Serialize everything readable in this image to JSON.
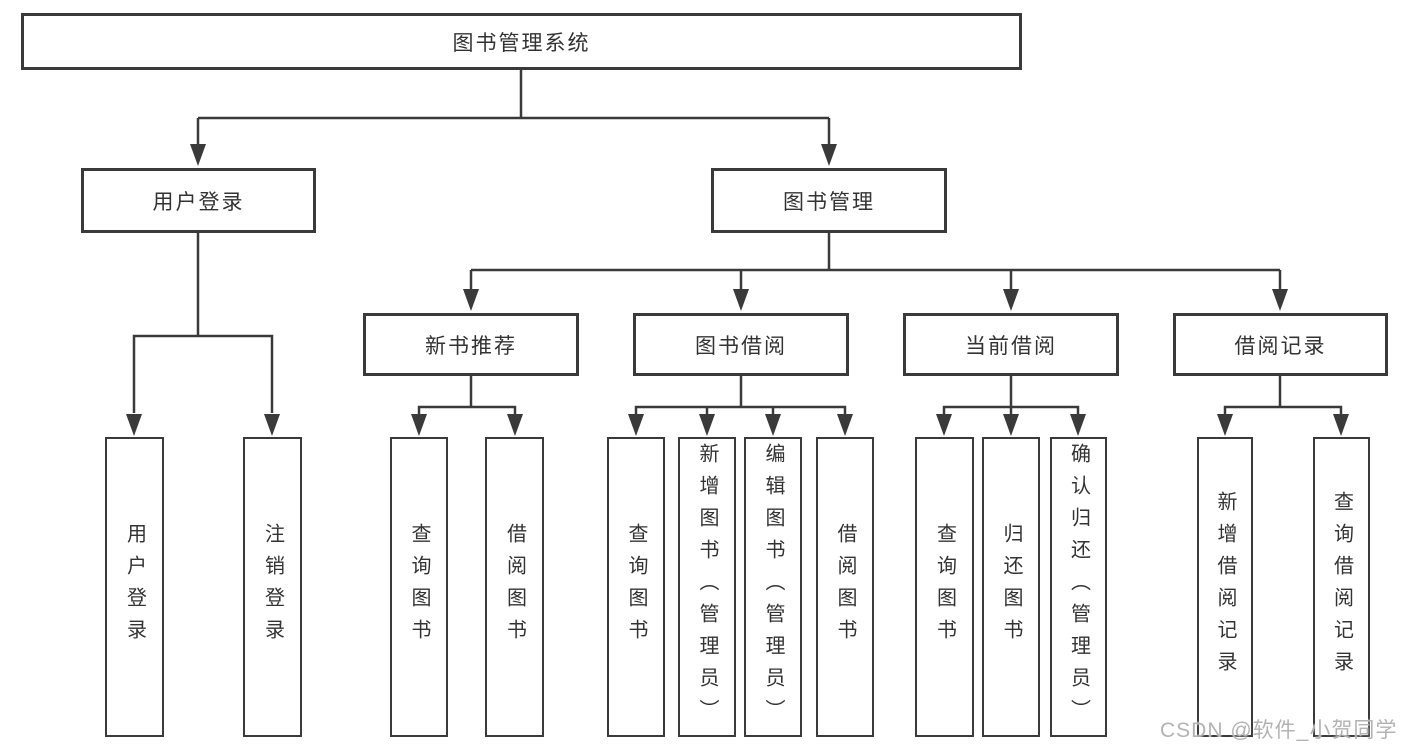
{
  "tree": {
    "root": {
      "label": "图书管理系统"
    },
    "level2": {
      "user_login": {
        "label": "用户登录"
      },
      "book_mgmt": {
        "label": "图书管理"
      }
    },
    "level3": {
      "new_books": {
        "label": "新书推荐"
      },
      "borrowing": {
        "label": "图书借阅"
      },
      "current": {
        "label": "当前借阅"
      },
      "records": {
        "label": "借阅记录"
      }
    },
    "leaves": {
      "ul_login": {
        "label": "用户登录"
      },
      "ul_logout": {
        "label": "注销登录"
      },
      "nb_query": {
        "label": "查询图书"
      },
      "nb_borrow": {
        "label": "借阅图书"
      },
      "bb_query": {
        "label": "查询图书"
      },
      "bb_add": {
        "label": "新增图书（管理员）"
      },
      "bb_edit": {
        "label": "编辑图书（管理员）"
      },
      "bb_borrow": {
        "label": "借阅图书"
      },
      "cb_query": {
        "label": "查询图书"
      },
      "cb_return": {
        "label": "归还图书"
      },
      "cb_confirm": {
        "label": "确认归还（管理员）"
      },
      "r_add": {
        "label": "新增借阅记录"
      },
      "r_query": {
        "label": "查询借阅记录"
      }
    }
  },
  "watermark": {
    "text": "CSDN @软件_小贺同学"
  },
  "colors": {
    "line": "#3a3a3a",
    "text": "#333333",
    "background": "#ffffff",
    "watermark": "#b3b3b3"
  }
}
